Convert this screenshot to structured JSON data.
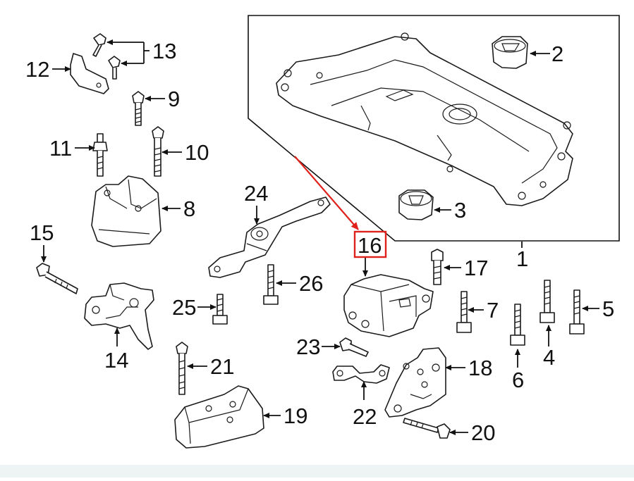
{
  "diagram": {
    "callouts": [
      {
        "id": "c1",
        "text": "1"
      },
      {
        "id": "c2",
        "text": "2"
      },
      {
        "id": "c3",
        "text": "3"
      },
      {
        "id": "c4",
        "text": "4"
      },
      {
        "id": "c5",
        "text": "5"
      },
      {
        "id": "c6",
        "text": "6"
      },
      {
        "id": "c7",
        "text": "7"
      },
      {
        "id": "c8",
        "text": "8"
      },
      {
        "id": "c9",
        "text": "9"
      },
      {
        "id": "c10",
        "text": "10"
      },
      {
        "id": "c11",
        "text": "11"
      },
      {
        "id": "c12",
        "text": "12"
      },
      {
        "id": "c13",
        "text": "13"
      },
      {
        "id": "c14",
        "text": "14"
      },
      {
        "id": "c15",
        "text": "15"
      },
      {
        "id": "c16",
        "text": "16"
      },
      {
        "id": "c17",
        "text": "17"
      },
      {
        "id": "c18",
        "text": "18"
      },
      {
        "id": "c19",
        "text": "19"
      },
      {
        "id": "c20",
        "text": "20"
      },
      {
        "id": "c21",
        "text": "21"
      },
      {
        "id": "c22",
        "text": "22"
      },
      {
        "id": "c23",
        "text": "23"
      },
      {
        "id": "c24",
        "text": "24"
      },
      {
        "id": "c25",
        "text": "25"
      },
      {
        "id": "c26",
        "text": "26"
      }
    ],
    "highlight": {
      "callout": "16",
      "color": "#e0201b"
    },
    "colors": {
      "line": "#111111",
      "background": "#ffffff",
      "footer": "#eef3f4"
    }
  }
}
